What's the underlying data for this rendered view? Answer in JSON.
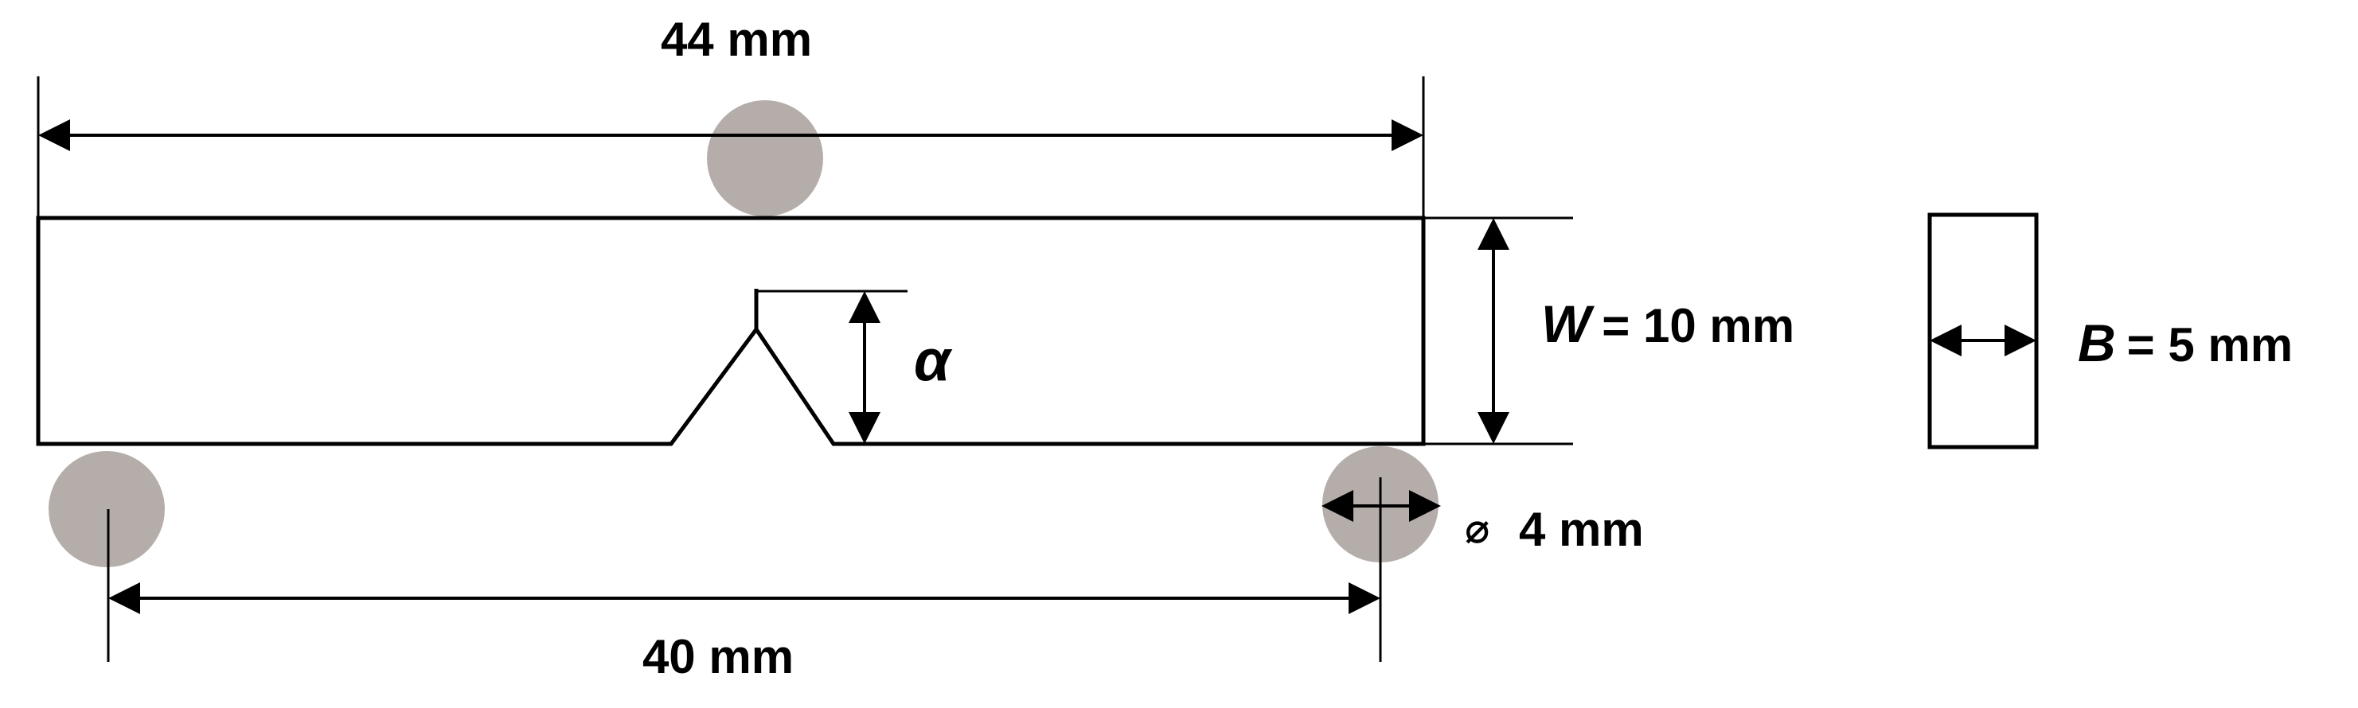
{
  "diagram": {
    "labels": {
      "total_length": "44 mm",
      "span": "40 mm",
      "roller_diameter_symbol": "⌀",
      "roller_diameter_value": "4 mm",
      "notch_depth_symbol": "α",
      "width_symbol": "W",
      "width_value": "= 10 mm",
      "thickness_symbol": "B",
      "thickness_value": "= 5 mm"
    },
    "colors": {
      "line": "#000000",
      "roller": "#b5adaa",
      "background": "#ffffff"
    }
  }
}
